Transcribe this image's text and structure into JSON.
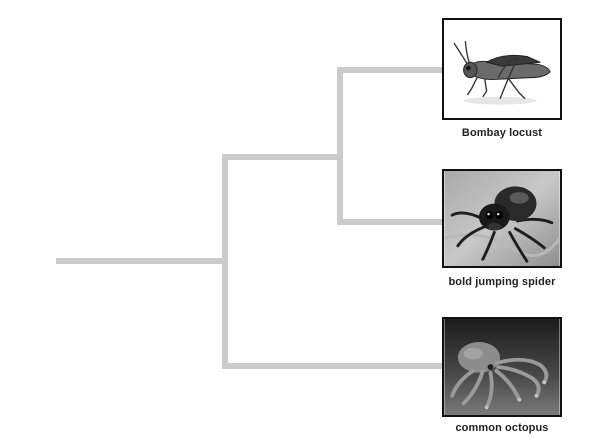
{
  "colors": {
    "branch": "#cbcbcb",
    "frame": "#111111"
  },
  "taxa": [
    {
      "label": "Bombay locust",
      "image": "grasshopper-photo"
    },
    {
      "label": "bold jumping spider",
      "image": "jumping-spider-photo"
    },
    {
      "label": "common octopus",
      "image": "octopus-photo"
    }
  ]
}
